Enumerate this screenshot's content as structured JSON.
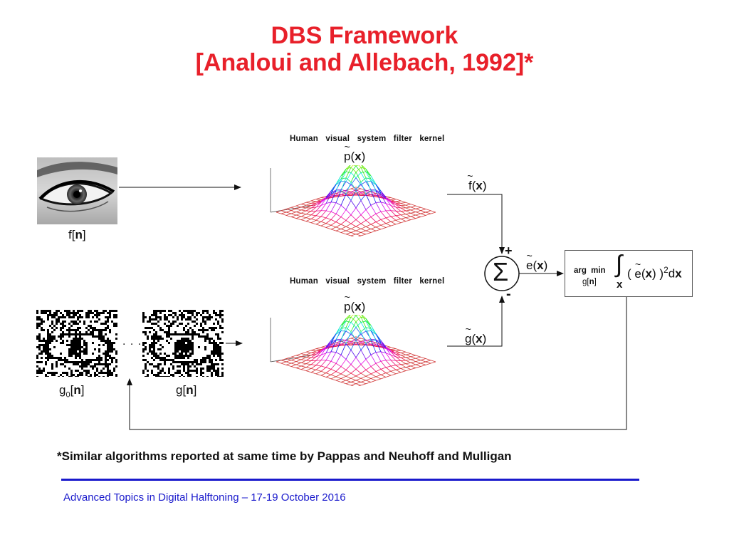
{
  "slide": {
    "title_line1": "DBS Framework",
    "title_line2": "[Analoui and Allebach, 1992]*",
    "footnote": "*Similar algorithms reported at same time by Pappas and Neuhoff and Mulligan",
    "footer": "Advanced Topics in Digital Halftoning – 17-19 October 2016",
    "colors": {
      "title": "#e8202a",
      "footer": "#1a1acc",
      "rule": "#1a1acc"
    }
  },
  "diagram": {
    "top_kernel_caption": "Human  visual  system  filter  kernel",
    "bottom_kernel_caption": "Human  visual  system  filter  kernel",
    "kernel_symbol_fn": "p",
    "kernel_symbol_arg": "x",
    "input_label_fn": "f",
    "input_label_arg": "n",
    "filtered_f_fn": "f",
    "filtered_f_arg": "x",
    "filtered_g_fn": "g",
    "filtered_g_arg": "x",
    "error_fn": "e",
    "error_arg": "x",
    "halftone0_fn": "g",
    "halftone0_sub": "0",
    "halftone0_arg": "n",
    "halftone_fn": "g",
    "halftone_arg": "n",
    "ellipsis": ". . .",
    "plus_sign": "+",
    "minus_sign": "-",
    "sum_symbol": "Σ",
    "argmin_label": "arg  min",
    "argmin_var_fn": "g",
    "argmin_var_arg": "n",
    "integral_symbol": "∫",
    "integral_var": "x",
    "integrand_open": "(",
    "integrand_fn": "e",
    "integrand_arg": "x",
    "integrand_close": ")",
    "integrand_power": "2",
    "integrand_d": "d",
    "integrand_dvar": "x",
    "icons": [
      "eye-photo",
      "halftone-eye",
      "gaussian-surface",
      "summation-node"
    ]
  }
}
